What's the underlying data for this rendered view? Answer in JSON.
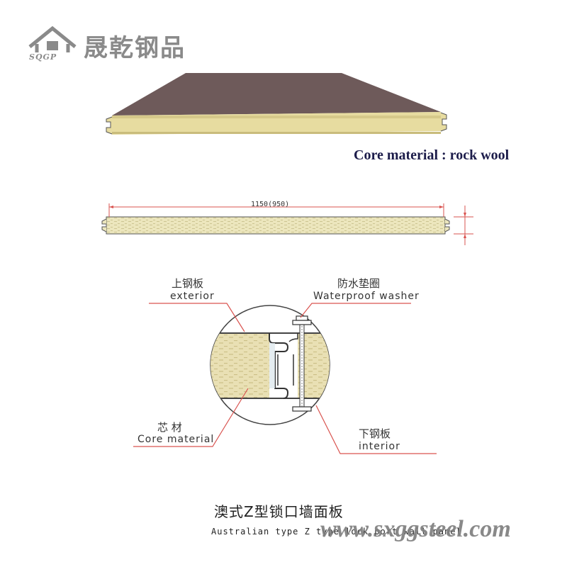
{
  "logo": {
    "abbr": "SQGP",
    "name": "晟乾钢品"
  },
  "panel_caption": "Core material : rock wool",
  "dimension": "1150(950)",
  "labels": {
    "exterior_cn": "上钢板",
    "exterior_en": "exterior",
    "washer_cn": "防水垫圈",
    "washer_en": "Waterproof washer",
    "core_cn": "芯 材",
    "core_en": "Core material",
    "interior_cn": "下钢板",
    "interior_en": "interior"
  },
  "title": {
    "cn": "澳式Z型锁口墙面板",
    "en": "Australian type Z type lock port wall panel"
  },
  "website": "www.sxggsteel.com",
  "colors": {
    "steel_top": "#6e5a5a",
    "rock_wool": "#e7dca0",
    "core_fill": "#e9e0b4",
    "leader_line": "#d9534f",
    "logo_gray": "#8a8a8a"
  }
}
